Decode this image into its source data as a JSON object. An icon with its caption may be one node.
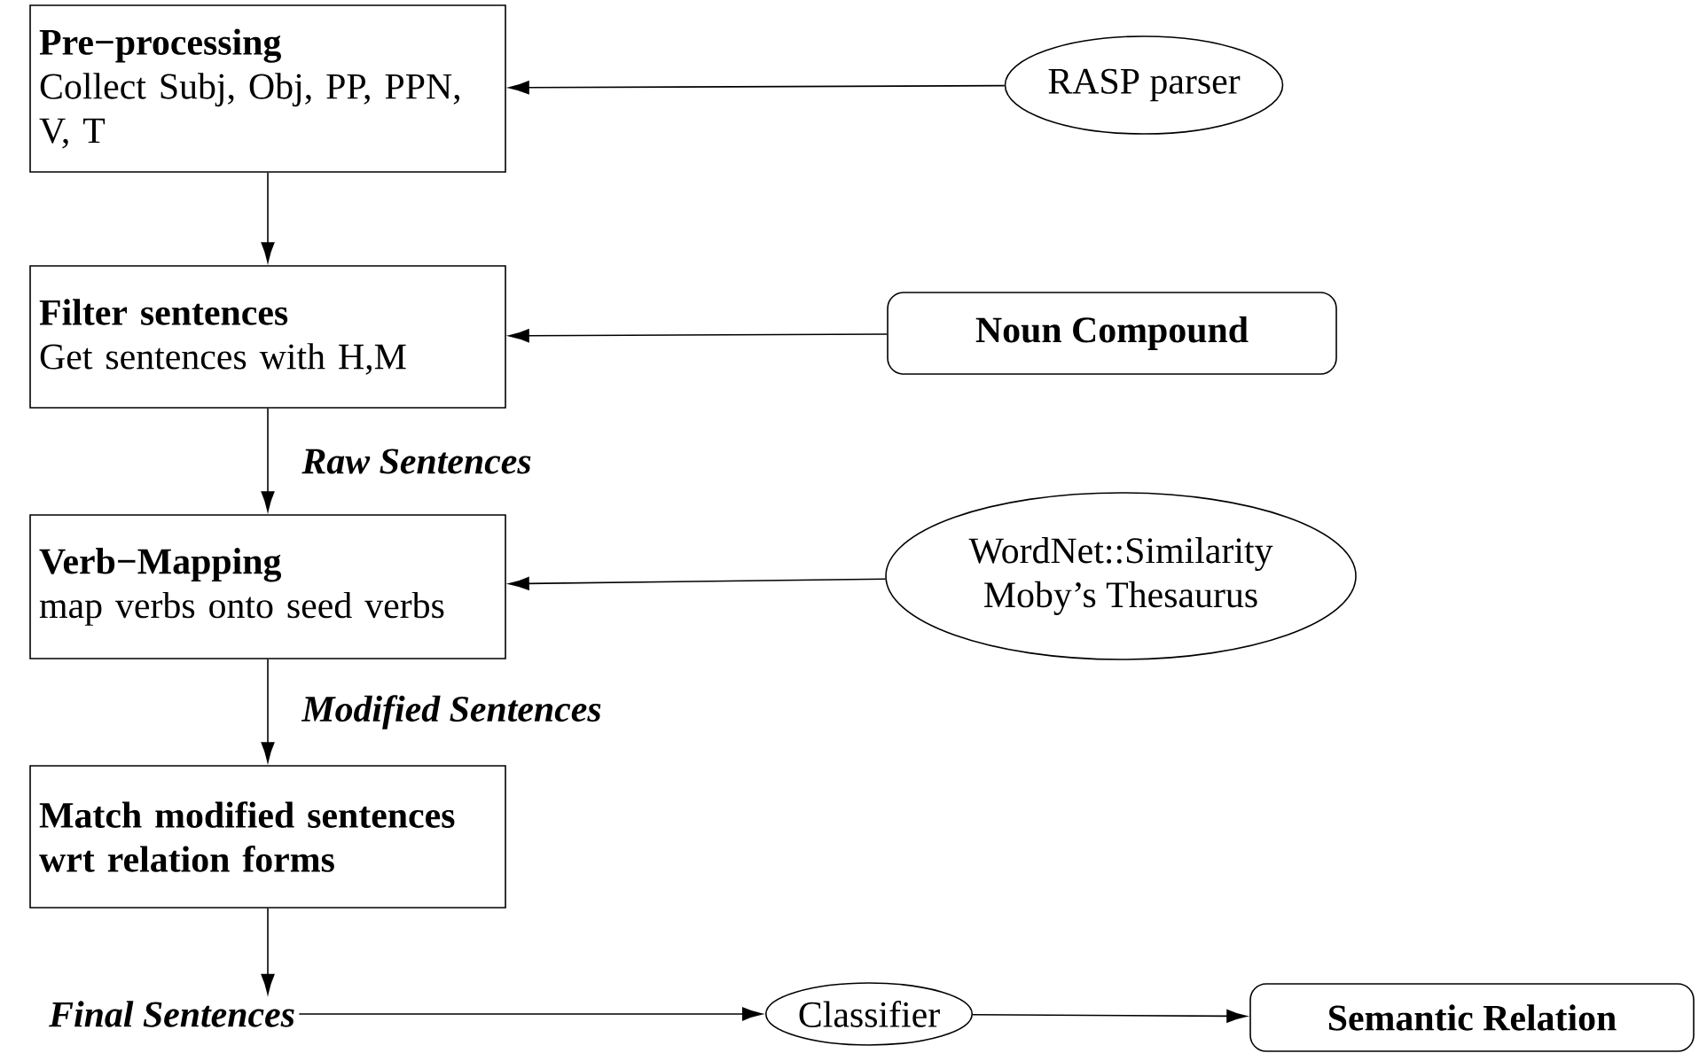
{
  "diagram": {
    "nodes": [
      {
        "text": [
          "Pre−processing",
          "Collect Subj, Obj, PP, PPN, V, T"
        ]
      },
      {
        "text": [
          "RASP parser"
        ]
      },
      {
        "text": [
          "Filter sentences",
          "Get sentences with H,M"
        ]
      },
      {
        "text": [
          "Noun Compound"
        ]
      },
      {
        "text": [
          "Verb−Mapping",
          "map verbs onto seed verbs"
        ]
      },
      {
        "text": [
          "WordNet::Similarity",
          "Moby’s Thesaurus"
        ]
      },
      {
        "text": [
          "Match modified sentences wrt relation forms"
        ]
      },
      {
        "text": [
          "Final Sentences"
        ]
      },
      {
        "text": [
          "Classifier"
        ]
      },
      {
        "text": [
          "Semantic Relation"
        ]
      }
    ],
    "edges": [
      {
        "from": 1,
        "to": 0,
        "arrow": "to"
      },
      {
        "from": 0,
        "to": 2,
        "arrow": "to"
      },
      {
        "from": 3,
        "to": 2,
        "arrow": "to"
      },
      {
        "from": 2,
        "to": 4,
        "arrow": "to",
        "label": "Raw Sentences"
      },
      {
        "from": 5,
        "to": 4,
        "arrow": "to"
      },
      {
        "from": 4,
        "to": 6,
        "arrow": "to",
        "label": "Modified Sentences"
      },
      {
        "from": 6,
        "to": 7,
        "arrow": "to"
      },
      {
        "from": 7,
        "to": 8,
        "arrow": "to"
      },
      {
        "from": 8,
        "to": 9,
        "arrow": "to"
      }
    ]
  }
}
